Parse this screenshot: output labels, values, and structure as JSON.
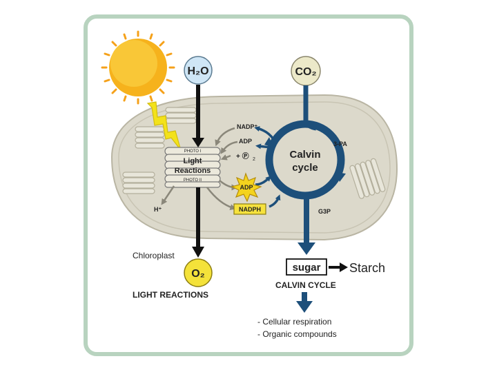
{
  "diagram": {
    "molecules": {
      "water": "H₂O",
      "carbon_dioxide": "CO₂",
      "oxygen": "O₂"
    },
    "light_reactions": {
      "line1": "Light",
      "line2": "Reactions",
      "top_tag": "PHOTO I",
      "bottom_tag": "PHOTO II"
    },
    "calvin": {
      "line1": "Calvin",
      "line2": "cycle"
    },
    "labels": {
      "nadp": "NADP⁺",
      "adp_top": "ADP",
      "plus_p": "+ Ⓟ",
      "p_sub": "2",
      "atp": "ADP",
      "nadph": "NADPH",
      "h_plus": "H⁺",
      "three_pa": "3-PA",
      "g3p": "G3P",
      "chloroplast": "Chloroplast",
      "sugar": "sugar",
      "starch": "Starch",
      "light_reactions_caption": "LIGHT REACTIONS",
      "calvin_cycle_caption": "CALVIN CYCLE",
      "output_1": "- Cellular respiration",
      "output_2": "- Organic compounds"
    },
    "colors": {
      "frame": "#b8d3bf",
      "chloroplast": "#dcd9cb",
      "cycle_blue": "#1d4f7a",
      "sun": "#f6b21c",
      "bolt": "#f3e21b",
      "h2o": "#cfe6f6",
      "co2": "#ece9c9",
      "o2": "#f4e23a",
      "nadph_box": "#f6e23e"
    }
  }
}
